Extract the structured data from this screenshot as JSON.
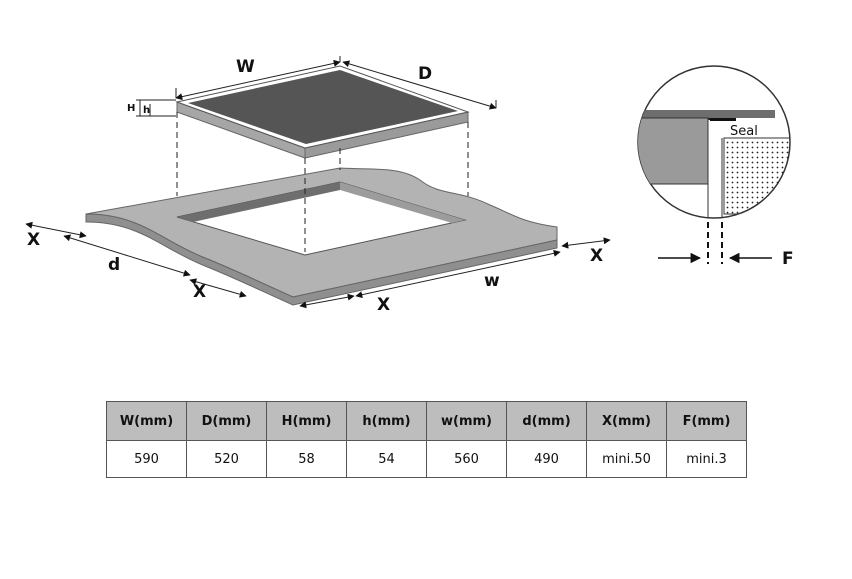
{
  "diagram": {
    "labels": {
      "W": "W",
      "D": "D",
      "H": "H",
      "h": "h",
      "x_left": "X",
      "d": "d",
      "x_bottom_left": "X",
      "x_bottom": "X",
      "w": "w",
      "x_right": "X",
      "F": "F",
      "seal": "Seal"
    },
    "colors": {
      "hob_top": "#555555",
      "hob_edge": "#a6a6a6",
      "counter": "#b3b3b3",
      "counter_edge": "#8a8a8a"
    }
  },
  "table": {
    "headers": [
      "W(mm)",
      "D(mm)",
      "H(mm)",
      "h(mm)",
      "w(mm)",
      "d(mm)",
      "X(mm)",
      "F(mm)"
    ],
    "values": [
      "590",
      "520",
      "58",
      "54",
      "560",
      "490",
      "mini.50",
      "mini.3"
    ]
  }
}
